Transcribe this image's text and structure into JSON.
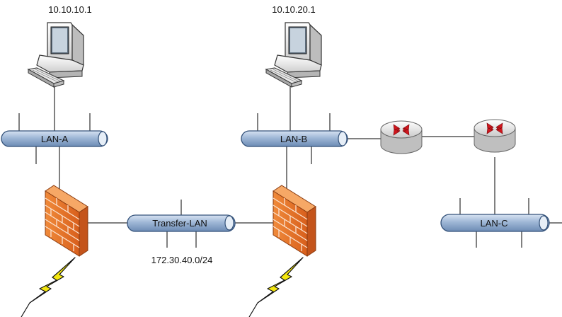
{
  "hosts": {
    "host_a": {
      "ip": "10.10.10.1"
    },
    "host_b": {
      "ip": "10.10.20.1"
    }
  },
  "networks": {
    "lan_a": {
      "label": "LAN-A"
    },
    "lan_b": {
      "label": "LAN-B"
    },
    "lan_c": {
      "label": "LAN-C"
    },
    "transfer": {
      "label": "Transfer-LAN",
      "subnet": "172.30.40.0/24"
    }
  },
  "icons": {
    "host": "desktop-computer-icon",
    "firewall": "brick-firewall-icon",
    "router": "router-icon",
    "lightning": "lightning-bolt-icon"
  },
  "colors": {
    "bus_fill": "#9fb7d6",
    "bus_stroke": "#34527a",
    "firewall": "#e8752b",
    "router_arrows": "#d0161d",
    "lightning": "#f4e70f"
  }
}
